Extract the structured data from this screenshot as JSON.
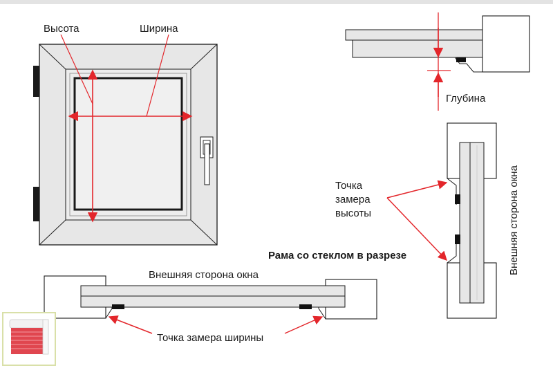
{
  "labels": {
    "height": "Высота",
    "width": "Ширина",
    "depth": "Глубина",
    "height_point_line1": "Точка",
    "height_point_line2": "замера",
    "height_point_line3": "высоты",
    "section_title": "Рама со стеклом в разрезе",
    "outer_side_horizontal": "Внешняя сторона окна",
    "outer_side_vertical": "Внешняя сторона окна",
    "width_point": "Точка замера ширины"
  },
  "colors": {
    "arrow": "#e3262b",
    "outline": "#1a1a1a",
    "frame_fill": "#e7e7e7",
    "glass_fill": "#f0f0f0",
    "seal": "#111111",
    "logo_accent": "#e0464f"
  },
  "icons": [
    "window-icon",
    "handle-icon",
    "roller-blind-logo-icon"
  ]
}
